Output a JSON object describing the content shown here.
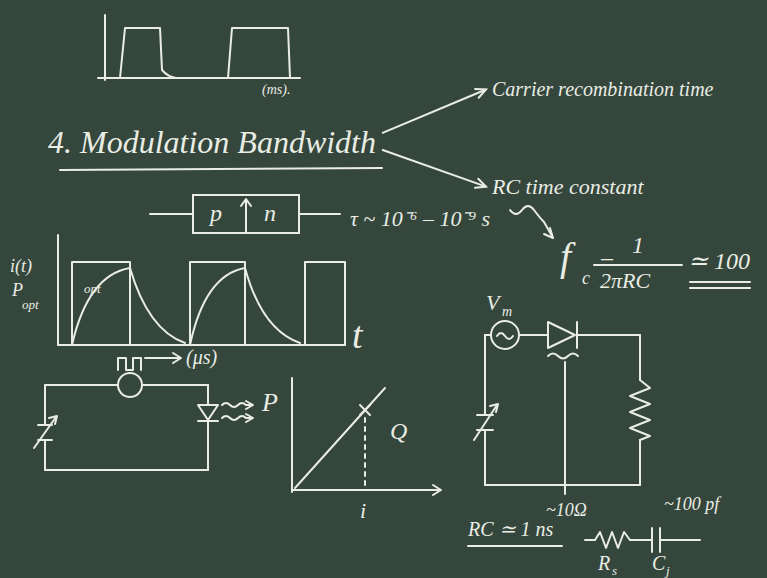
{
  "diagram": {
    "nodes": [
      {
        "text": [
          "4. Modulation Bandwidth"
        ]
      },
      {
        "text": [
          "Carrier recombination time"
        ]
      },
      {
        "text": [
          "RC time constant"
        ]
      },
      {
        "text": [
          "p",
          "n"
        ]
      }
    ],
    "edges": [
      {
        "from": 0,
        "to": 1,
        "arrow": "to"
      },
      {
        "from": 0,
        "to": 2,
        "arrow": "to"
      }
    ],
    "labels": [
      "(ms).",
      "τ ~ 10⁻⁶ – 10⁻⁹ s",
      "f",
      "c",
      "=",
      "1",
      "2πRC",
      "≃ 100",
      "i(t)",
      "P",
      "opt",
      "opt",
      "(μs)",
      "t",
      "P",
      "Q",
      "i",
      "V",
      "m",
      "~10Ω",
      "~100 pf",
      "RC ≃ 1 ns",
      "R",
      "s",
      "C",
      "j"
    ]
  }
}
